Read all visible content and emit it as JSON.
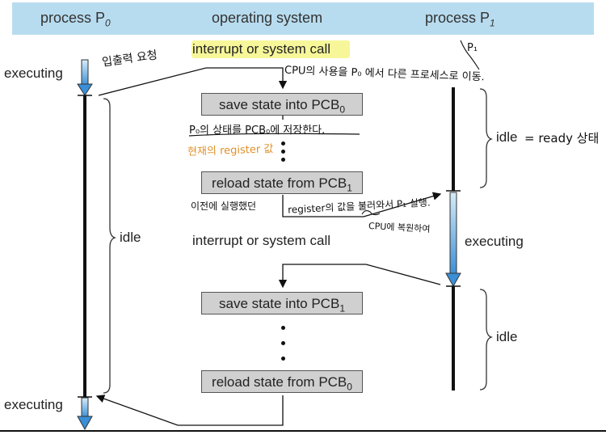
{
  "header": {
    "p0": "process P",
    "p0_sub": "0",
    "os": "operating system",
    "p1": "process P",
    "p1_sub": "1"
  },
  "labels": {
    "interrupt1": "interrupt or system call",
    "interrupt2": "interrupt or system call",
    "p0_executing_top": "executing",
    "p0_idle": "idle",
    "p0_executing_bottom": "executing",
    "p1_idle_top": "idle",
    "p1_executing": "executing",
    "p1_idle_bottom": "idle"
  },
  "boxes": {
    "save0": "save state into PCB",
    "save0_sub": "0",
    "reload1": "reload state from PCB",
    "reload1_sub": "1",
    "save1": "save state into PCB",
    "save1_sub": "1",
    "reload0": "reload state from PCB",
    "reload0_sub": "0"
  },
  "annotations": {
    "io_request": "입출력 요청",
    "cpu_move": "CPU의 사용을 P₀ 에서 다른 프로세스로 이동.",
    "p1_mark": "P₁",
    "save_p0": "P₀의 상태를 PCB₀에 저장한다.",
    "current_register": "현재의 register 값",
    "previously_running": "이전에 실행했던",
    "register_load": "register의 값을 불러와서 P₁ 실행.",
    "cpu_restore": "CPU에 복원하여",
    "ready_state": "= ready 상태"
  },
  "colors": {
    "header_bg": "#b8dcef",
    "highlight": "#f7f79a",
    "box_bg": "#d0d0d0",
    "exec_arrow_top": "#cfe6f5",
    "exec_arrow_bottom": "#3a8fd6",
    "annotation_orange": "#e0902a"
  }
}
